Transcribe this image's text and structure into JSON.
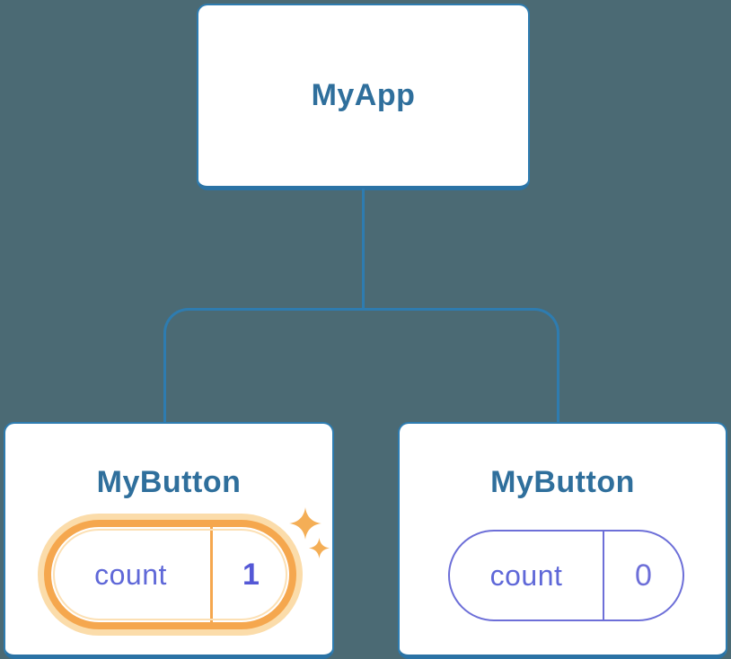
{
  "colors": {
    "background": "#4b6a74",
    "node_fill": "#ffffff",
    "line_blue": "#2e7cb0",
    "line_blue_dark": "#2b73a5",
    "heading_blue": "#2f6f9c",
    "state_purple": "#5f68d8",
    "state_value_purple": "#5458d6",
    "pill_border_purple": "#6d6fd8",
    "highlight_orange": "#f5a74e",
    "highlight_glow": "#fbdcaa",
    "highlight_inner_ring": "#fce0b4",
    "sparkle_orange": "#f4ae56"
  },
  "icons": {
    "sparkle": "four-point-star"
  },
  "tree": {
    "root": {
      "label": "MyApp"
    },
    "children": [
      {
        "label": "MyButton",
        "highlighted": true,
        "state": {
          "key": "count",
          "value": "1"
        }
      },
      {
        "label": "MyButton",
        "highlighted": false,
        "state": {
          "key": "count",
          "value": "0"
        }
      }
    ]
  }
}
